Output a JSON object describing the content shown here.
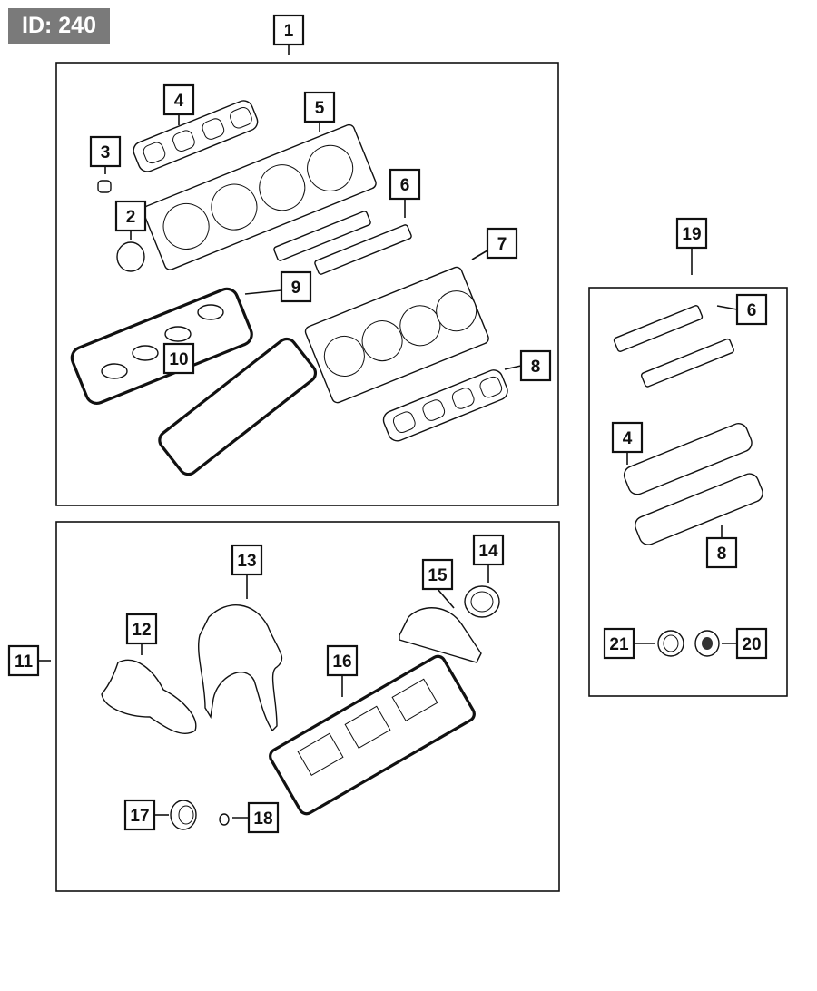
{
  "badge": "ID: 240",
  "callouts": [
    "1",
    "4",
    "5",
    "3",
    "2",
    "6",
    "7",
    "9",
    "10",
    "8",
    "19",
    "6",
    "4",
    "8",
    "21",
    "20",
    "11",
    "12",
    "13",
    "14",
    "15",
    "16",
    "17",
    "18"
  ]
}
